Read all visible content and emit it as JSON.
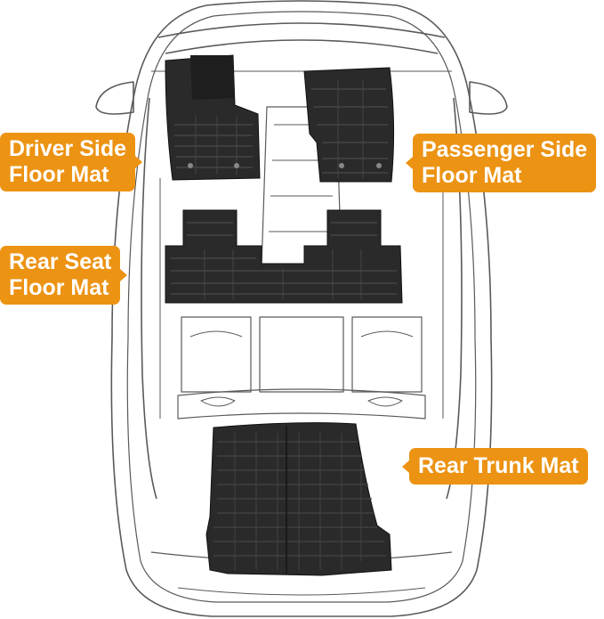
{
  "labels": {
    "driver": {
      "line1": "Driver Side",
      "line2": "Floor Mat"
    },
    "passenger": {
      "line1": "Passenger Side",
      "line2": "Floor Mat"
    },
    "rear_seat": {
      "line1": "Rear Seat",
      "line2": "Floor Mat"
    },
    "trunk": {
      "line1": "Rear Trunk Mat"
    }
  },
  "colors": {
    "label_bg": "#ec9313",
    "label_text": "#ffffff",
    "mat": "#2a2a2a",
    "mat_detail": "#3d3d3d",
    "car_outline": "#555555"
  }
}
